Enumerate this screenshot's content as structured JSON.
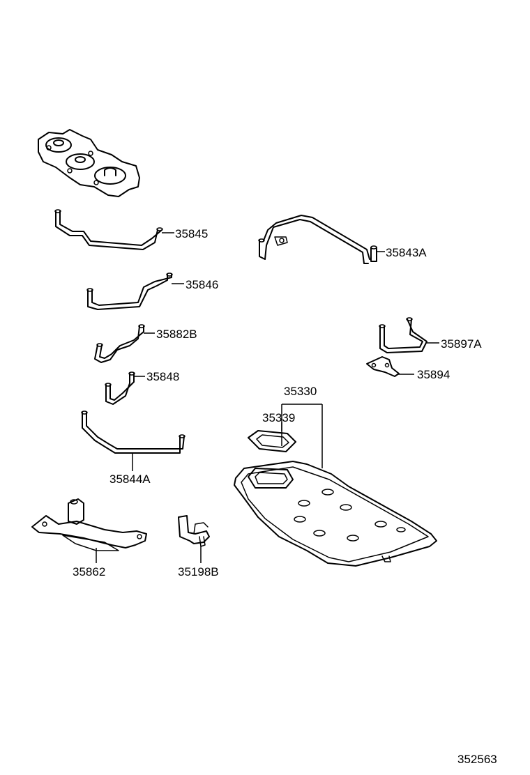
{
  "labels": {
    "p35845": "35845",
    "p35843a": "35843A",
    "p35846": "35846",
    "p35882b": "35882B",
    "p35897a": "35897A",
    "p35848": "35848",
    "p35894": "35894",
    "p35330": "35330",
    "p35339": "35339",
    "p35844a": "35844A",
    "p35862": "35862",
    "p35198b": "35198B",
    "diagram_number": "352563"
  }
}
